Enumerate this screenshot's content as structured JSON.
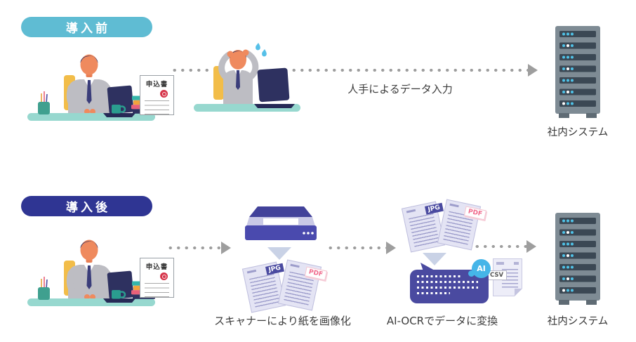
{
  "before": {
    "badge": "導入前",
    "flow_label": "人手によるデータ入力",
    "document_title": "申込書",
    "server_label": "社内システム"
  },
  "after": {
    "badge": "導入後",
    "document_title": "申込書",
    "scanner_caption": "スキャナーにより紙を画像化",
    "ocr_caption": "AI-OCRでデータに変換",
    "server_label": "社内システム",
    "file_labels": {
      "jpg": "JPG",
      "pdf": "PDF",
      "csv": "CSV"
    },
    "ai_label": "AI"
  },
  "colors": {
    "before_badge": "#5fbcd3",
    "after_badge": "#2f3593",
    "indigo": "#4a4aa0",
    "ai_blue": "#45b5e8",
    "arrow": "#9e9e9e",
    "desk": "#97d8cf"
  }
}
